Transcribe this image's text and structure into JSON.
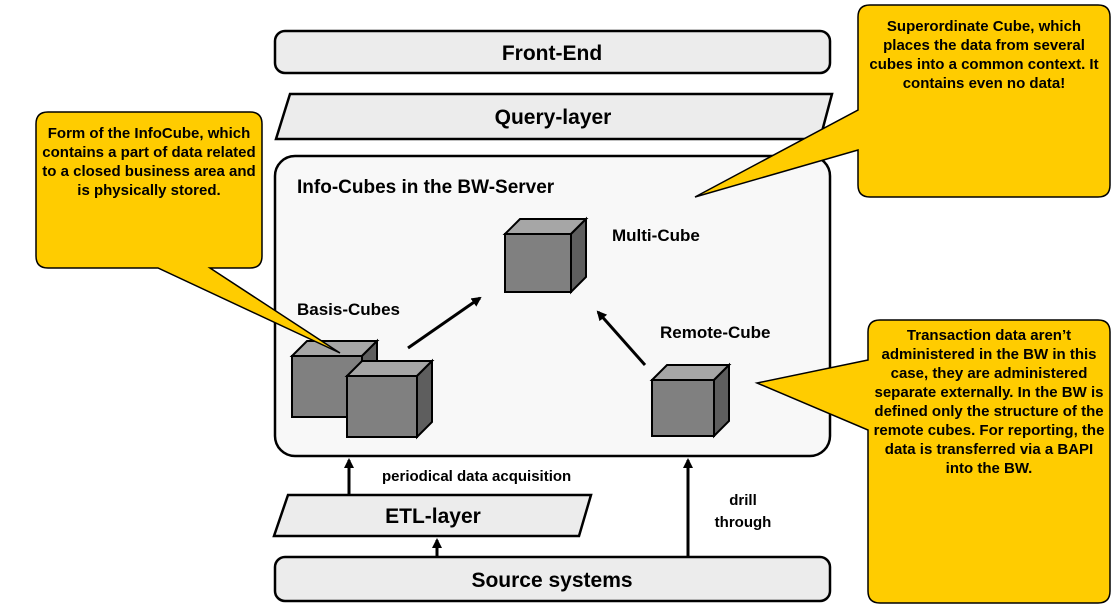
{
  "colors": {
    "box_fill": "#ececec",
    "server_fill": "#f8f8f8",
    "cube_front": "#808080",
    "cube_top": "#a6a6a6",
    "cube_side": "#5e5e5e",
    "callout_fill": "#ffcc00",
    "stroke": "#000000"
  },
  "layers": {
    "front_end": "Front-End",
    "query": "Query-layer",
    "etl": "ETL-layer",
    "source": "Source systems"
  },
  "server": {
    "title": "Info-Cubes in the BW-Server",
    "basis_cubes": "Basis-Cubes",
    "multi_cube": "Multi-Cube",
    "remote_cube": "Remote-Cube"
  },
  "flows": {
    "periodical": "periodical data acquisition",
    "drill_line1": "drill",
    "drill_line2": "through"
  },
  "callouts": {
    "infocube": "Form of the InfoCube, which contains a part of data related to a closed business area and is physically stored.",
    "multicube": "Superordinate Cube, which places the data from several cubes into a common context. It contains even no data!",
    "remote": "Transaction data aren’t administered in the BW in this case, they are administered separate externally. In the BW is defined only the structure of the remote cubes. For reporting, the data is transferred via a BAPI into the BW."
  },
  "icons": [
    "cube-icon",
    "arrow-icon"
  ]
}
